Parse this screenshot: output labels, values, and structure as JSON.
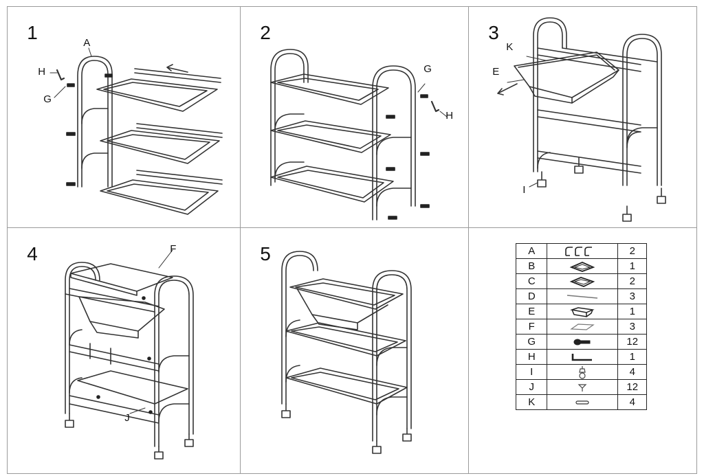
{
  "steps": [
    {
      "number": "1",
      "callouts": {
        "a": "A",
        "h": "H",
        "g": "G"
      }
    },
    {
      "number": "2",
      "callouts": {
        "g": "G",
        "h": "H"
      }
    },
    {
      "number": "3",
      "callouts": {
        "k": "K",
        "e": "E",
        "i": "I"
      }
    },
    {
      "number": "4",
      "callouts": {
        "f": "F",
        "j": "J"
      }
    },
    {
      "number": "5",
      "callouts": {}
    }
  ],
  "parts": [
    {
      "letter": "A",
      "qty": "2",
      "icon": "side-frame-icon"
    },
    {
      "letter": "B",
      "qty": "1",
      "icon": "top-tray-frame-icon"
    },
    {
      "letter": "C",
      "qty": "2",
      "icon": "tray-frame-icon"
    },
    {
      "letter": "D",
      "qty": "3",
      "icon": "rod-icon"
    },
    {
      "letter": "E",
      "qty": "1",
      "icon": "basin-icon"
    },
    {
      "letter": "F",
      "qty": "3",
      "icon": "panel-icon"
    },
    {
      "letter": "G",
      "qty": "12",
      "icon": "screw-icon"
    },
    {
      "letter": "H",
      "qty": "1",
      "icon": "hex-key-icon"
    },
    {
      "letter": "I",
      "qty": "4",
      "icon": "caster-wheel-icon"
    },
    {
      "letter": "J",
      "qty": "12",
      "icon": "small-screw-icon"
    },
    {
      "letter": "K",
      "qty": "4",
      "icon": "spacer-icon"
    }
  ],
  "colors": {
    "line": "#333333",
    "border": "#9a9a9a",
    "fill": "#ffffff"
  }
}
